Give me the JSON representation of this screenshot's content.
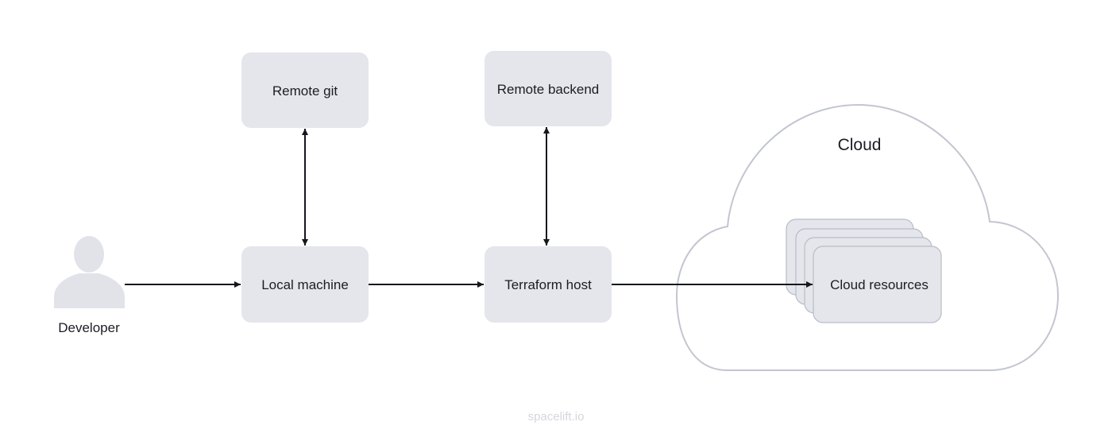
{
  "nodes": {
    "remote_git": "Remote git",
    "remote_backend": "Remote backend",
    "local_machine": "Local machine",
    "terraform_host": "Terraform host",
    "cloud_resources": "Cloud resources"
  },
  "actor": {
    "label": "Developer",
    "icon": "user-icon"
  },
  "cloud": {
    "title": "Cloud",
    "icon": "cloud-shape"
  },
  "edges": [
    {
      "from": "Developer",
      "to": "Local machine",
      "direction": "forward"
    },
    {
      "from": "Local machine",
      "to": "Terraform host",
      "direction": "forward"
    },
    {
      "from": "Terraform host",
      "to": "Cloud resources",
      "direction": "forward"
    },
    {
      "from": "Remote git",
      "to": "Local machine",
      "direction": "both"
    },
    {
      "from": "Remote backend",
      "to": "Terraform host",
      "direction": "both"
    }
  ],
  "watermark": "spacelift.io",
  "colors": {
    "node_fill": "#e4e6ec",
    "node_stroke": "#b9bcc8",
    "icon_fill": "#e1e3e9",
    "cloud_stroke": "#c3c6d0",
    "arrow": "#15171e",
    "text": "#1b1d24",
    "watermark": "#d4d6dc"
  }
}
